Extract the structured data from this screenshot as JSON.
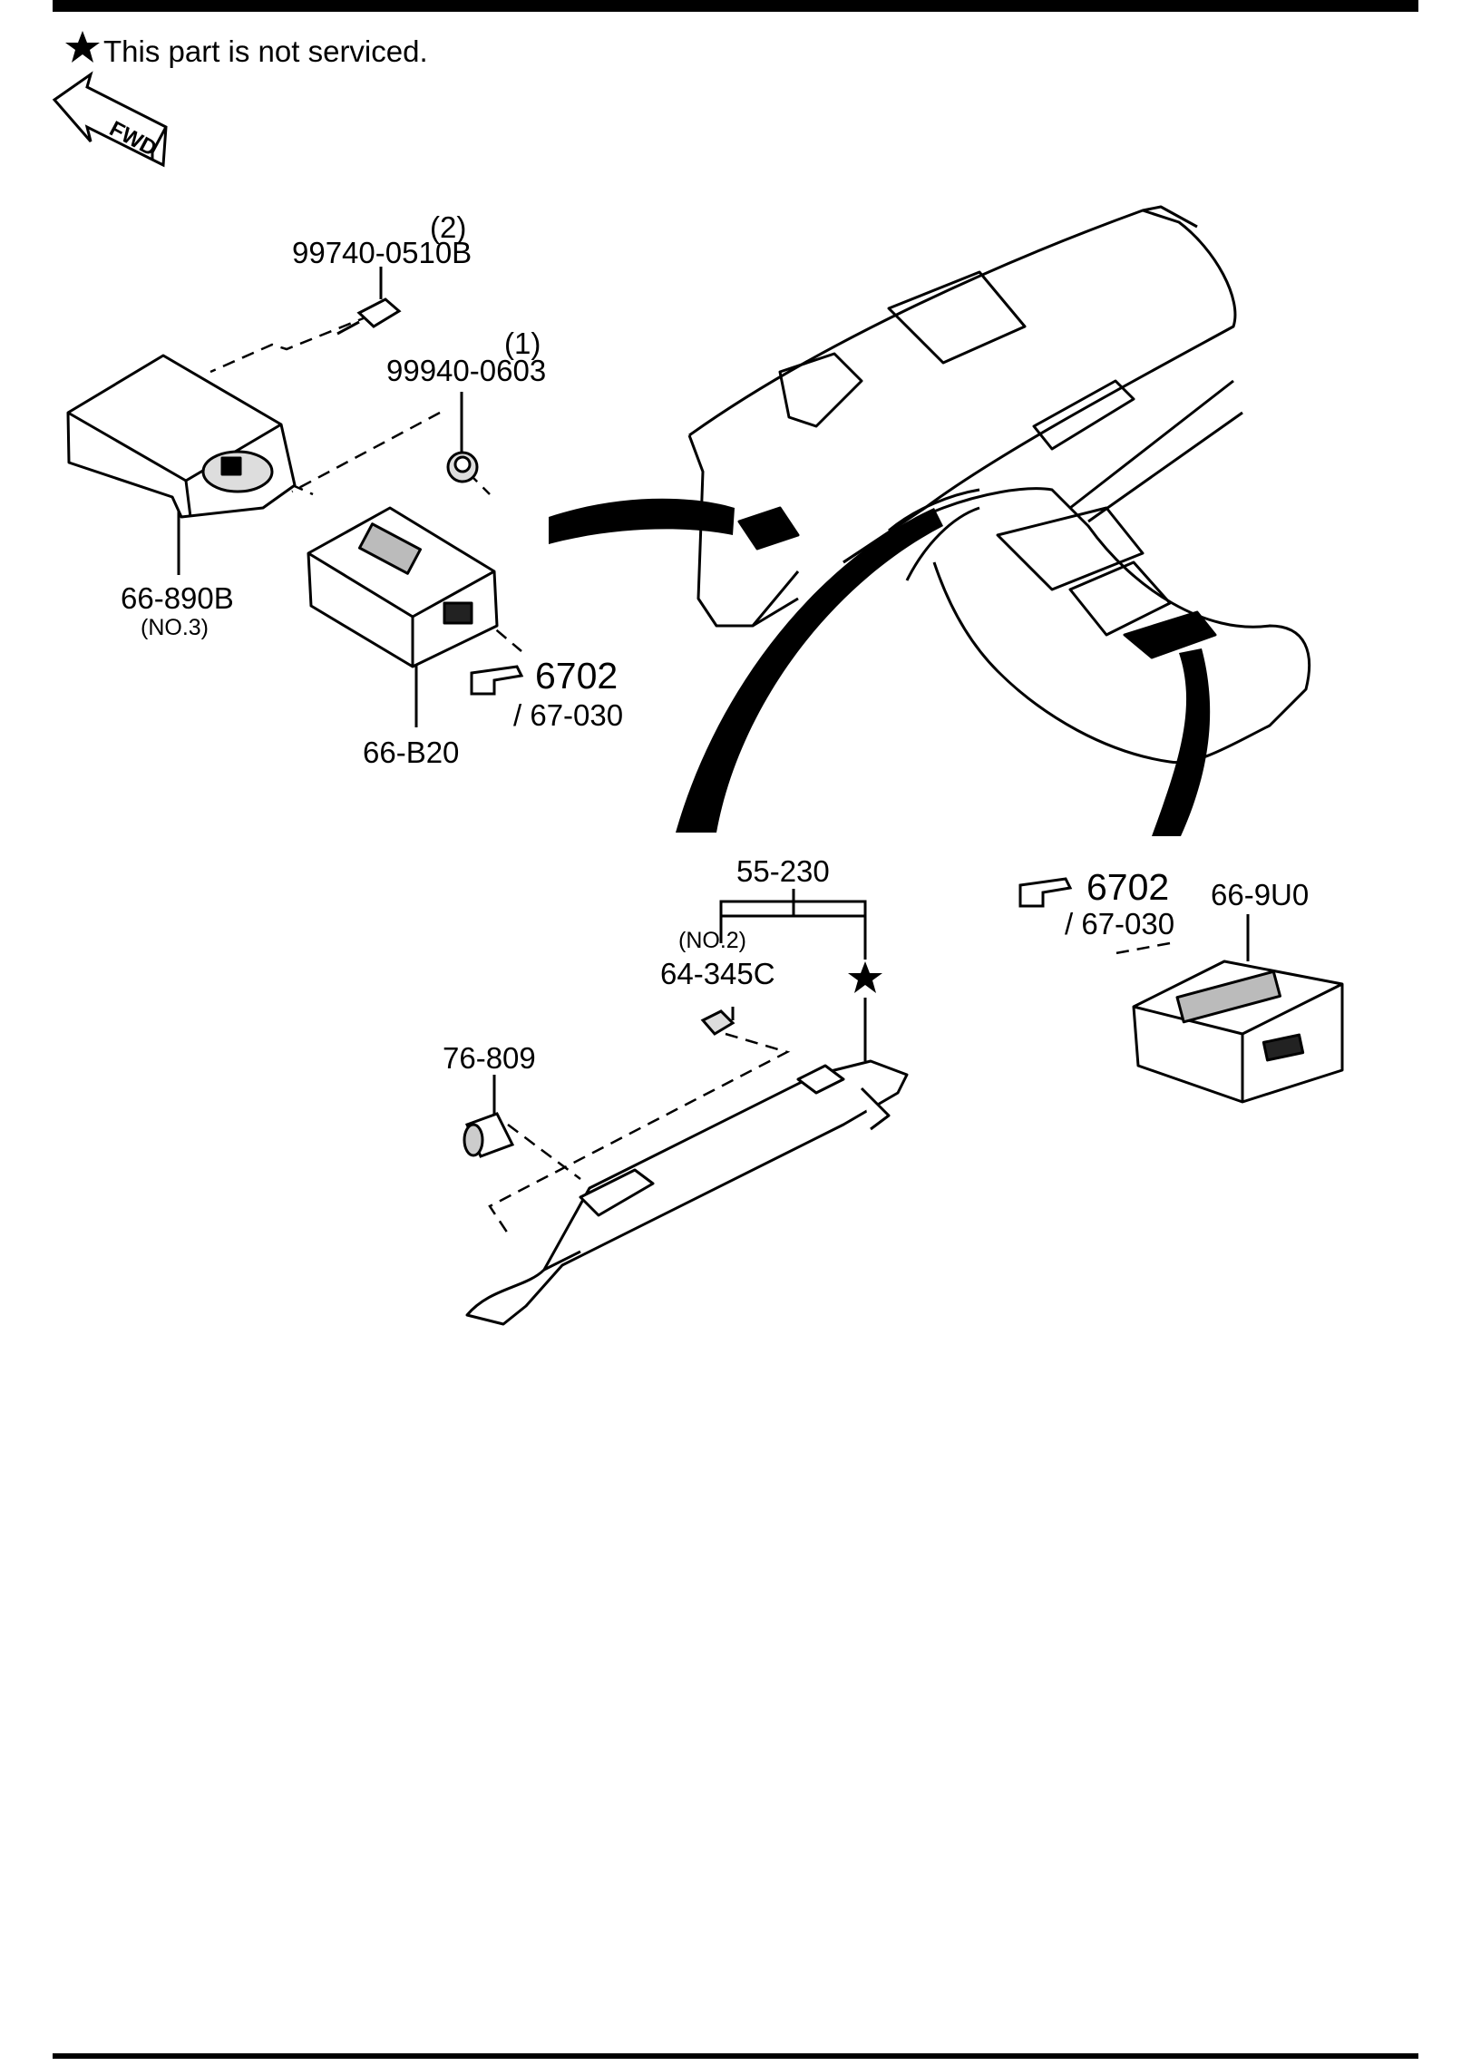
{
  "header": {
    "note_text": "This part is not serviced.",
    "fwd_text": "FWD"
  },
  "callouts": {
    "screw_qty": "(2)",
    "screw_part": "99740-0510B",
    "nut_qty": "(1)",
    "nut_part": "99940-0603",
    "cover_part": "66-890B",
    "cover_note": "(NO.3)",
    "module_part": "66-B20",
    "ref_a_num": "6702",
    "ref_a_sub": "/ 67-030",
    "bracket_part": "55-230",
    "clip_note": "(NO.2)",
    "clip_part": "64-345C",
    "bushing_part": "76-809",
    "ref_b_num": "6702",
    "ref_b_sub": "/ 67-030",
    "console_part": "66-9U0"
  }
}
